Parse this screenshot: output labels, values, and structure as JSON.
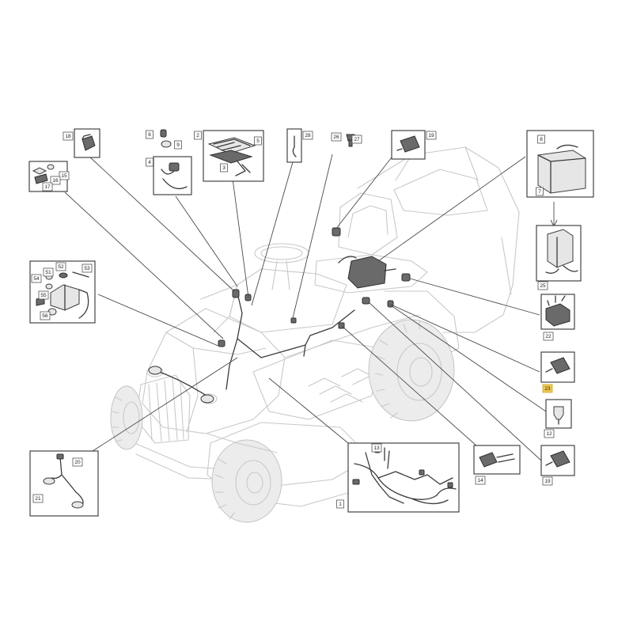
{
  "diagram": {
    "callouts": [
      "18",
      "6",
      "9",
      "4",
      "2",
      "5",
      "3",
      "28",
      "26",
      "27",
      "19",
      "8",
      "7",
      "15",
      "16",
      "17",
      "52",
      "53",
      "54",
      "51",
      "55",
      "56",
      "25",
      "22",
      "23",
      "12",
      "20",
      "21",
      "13",
      "1",
      "14",
      "19"
    ],
    "highlight_color": "#f2c94c"
  }
}
